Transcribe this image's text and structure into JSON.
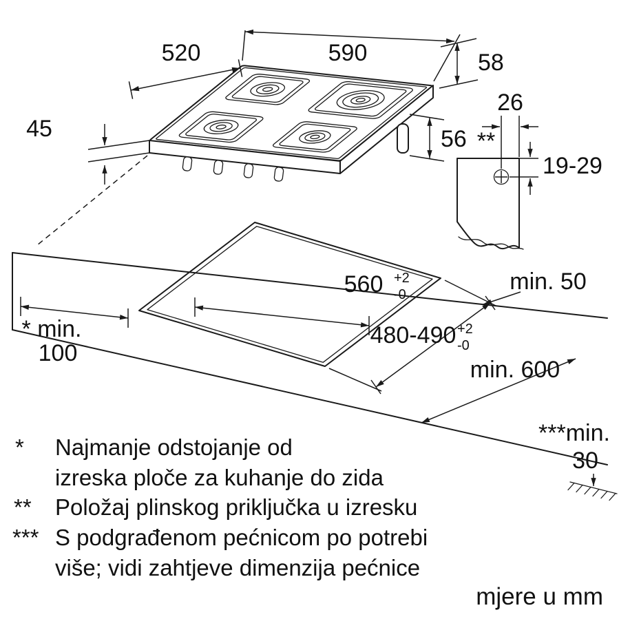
{
  "diagram": {
    "hob": {
      "width": "590",
      "depth": "520",
      "height": "45",
      "back_offset": "58"
    },
    "gas_connection": {
      "marker": "**",
      "height_below_top": "56",
      "side_offset": "26",
      "vertical_range": "19-29"
    },
    "cutout": {
      "width": "560",
      "width_tol_plus": "+2",
      "width_tol_minus": "-0",
      "depth": "480-490",
      "depth_tol_plus": "+2",
      "depth_tol_minus": "-0"
    },
    "clearances": {
      "wall_side_label": "* min.",
      "wall_side_value": "100",
      "rear_min": "min. 50",
      "worktop_depth": "min. 600",
      "under_min_label": "***min.",
      "under_min_value": "30"
    }
  },
  "footnotes": [
    {
      "marker": "*",
      "line1": "Najmanje odstojanje od",
      "line2": "izreska ploče za kuhanje do zida"
    },
    {
      "marker": "**",
      "line1": "Položaj plinskog priključka u izresku",
      "line2": ""
    },
    {
      "marker": "***",
      "line1": "S podgrađenom pećnicom po potrebi",
      "line2": "više; vidi zahtjeve dimenzija pećnice"
    }
  ],
  "units_note": "mjere u mm"
}
